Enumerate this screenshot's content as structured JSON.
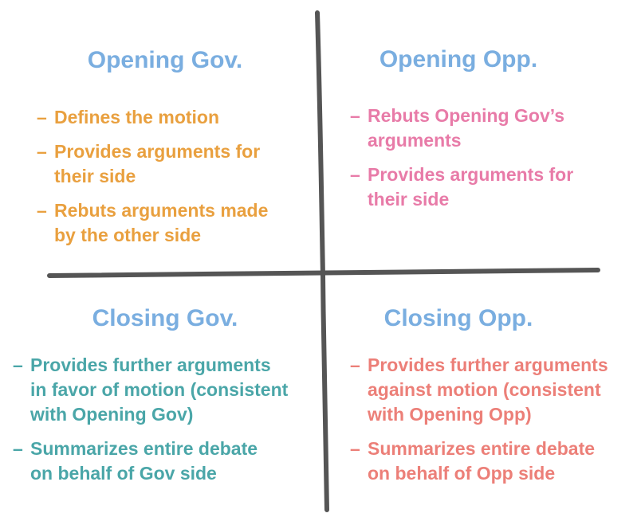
{
  "colors": {
    "title": "#7aaee0",
    "opening_gov": "#e9a03f",
    "opening_opp": "#e87ba8",
    "closing_gov": "#4aa6a8",
    "closing_opp": "#ec7f78",
    "divider": "#555555"
  },
  "quadrants": {
    "opening_gov": {
      "title": "Opening Gov.",
      "dash": "–",
      "bullets": [
        {
          "lines": [
            "Defines the motion"
          ]
        },
        {
          "lines": [
            "Provides arguments for",
            "their side"
          ]
        },
        {
          "lines": [
            "Rebuts arguments made",
            "by the other side"
          ]
        }
      ]
    },
    "opening_opp": {
      "title": "Opening Opp.",
      "dash": "–",
      "bullets": [
        {
          "lines": [
            "Rebuts Opening Gov’s",
            "arguments"
          ]
        },
        {
          "lines": [
            "Provides arguments for",
            "their side"
          ]
        }
      ]
    },
    "closing_gov": {
      "title": "Closing Gov.",
      "dash": "–",
      "bullets": [
        {
          "lines": [
            "Provides further arguments",
            "in favor of motion (consistent",
            "with Opening Gov)"
          ]
        },
        {
          "lines": [
            "Summarizes entire debate",
            "on behalf of Gov side"
          ]
        }
      ]
    },
    "closing_opp": {
      "title": "Closing Opp.",
      "dash": "–",
      "bullets": [
        {
          "lines": [
            "Provides further arguments",
            "against motion (consistent",
            "with Opening Opp)"
          ]
        },
        {
          "lines": [
            "Summarizes entire debate",
            "on behalf of Opp side"
          ]
        }
      ]
    }
  }
}
